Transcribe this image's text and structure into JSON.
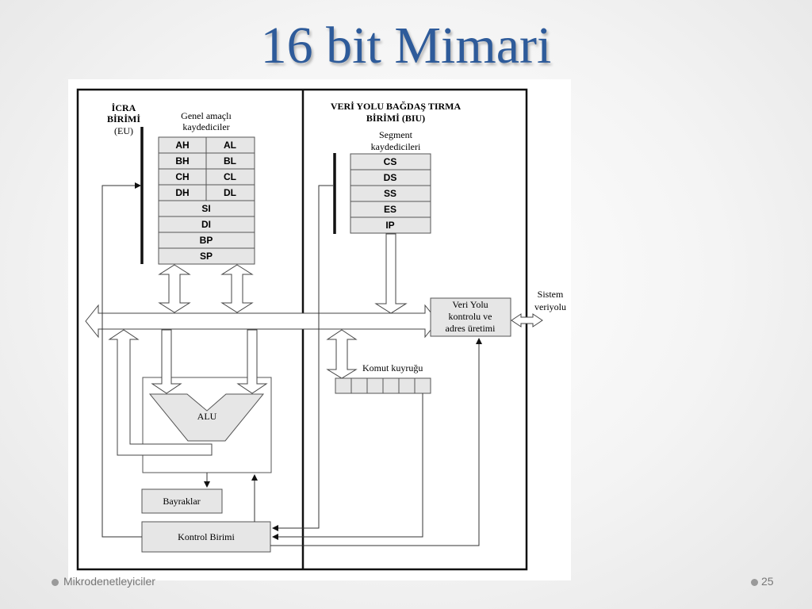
{
  "slide": {
    "title": "16 bit Mimari",
    "footer_text": "Mikrodenetleyiciler",
    "page_number": "25"
  },
  "eu": {
    "title_lines": [
      "İCRA",
      "BİRİMİ",
      "(EU)"
    ],
    "gp_label_lines": [
      "Genel amaçlı",
      "kaydediciler"
    ],
    "reg_pairs": [
      [
        "AH",
        "AL"
      ],
      [
        "BH",
        "BL"
      ],
      [
        "CH",
        "CL"
      ],
      [
        "DH",
        "DL"
      ]
    ],
    "reg_singles": [
      "SI",
      "DI",
      "BP",
      "SP"
    ],
    "alu": "ALU",
    "flags": "Bayraklar",
    "control": "Kontrol Birimi"
  },
  "biu": {
    "title_lines": [
      "VERİ YOLU BAĞDAŞ TIRMA",
      "BİRİMİ (BIU)"
    ],
    "seg_label_lines": [
      "Segment",
      "kaydedicileri"
    ],
    "seg_regs": [
      "CS",
      "DS",
      "SS",
      "ES",
      "IP"
    ],
    "bus_ctrl_lines": [
      "Veri Yolu",
      "kontrolu ve",
      "adres üretimi"
    ],
    "queue_label": "Komut kuyruğu",
    "system_bus_lines": [
      "Sistem",
      "veriyolu"
    ]
  },
  "colors": {
    "title": "#2e5b9a",
    "register_fill": "#e6e6e6"
  }
}
